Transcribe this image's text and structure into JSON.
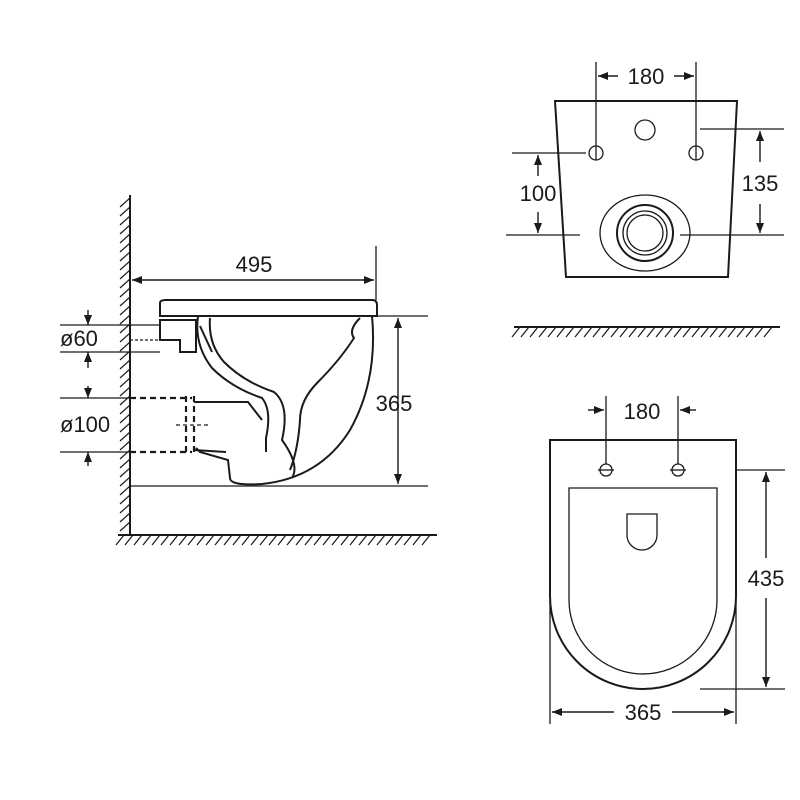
{
  "side_view": {
    "width": "495",
    "height": "365",
    "inlet_diameter": "ø60",
    "outlet_diameter": "ø100"
  },
  "back_view": {
    "bolt_spacing": "180",
    "bolt_height": "100",
    "outlet_height": "135"
  },
  "top_view": {
    "bolt_spacing": "180",
    "length": "435",
    "width": "365"
  }
}
